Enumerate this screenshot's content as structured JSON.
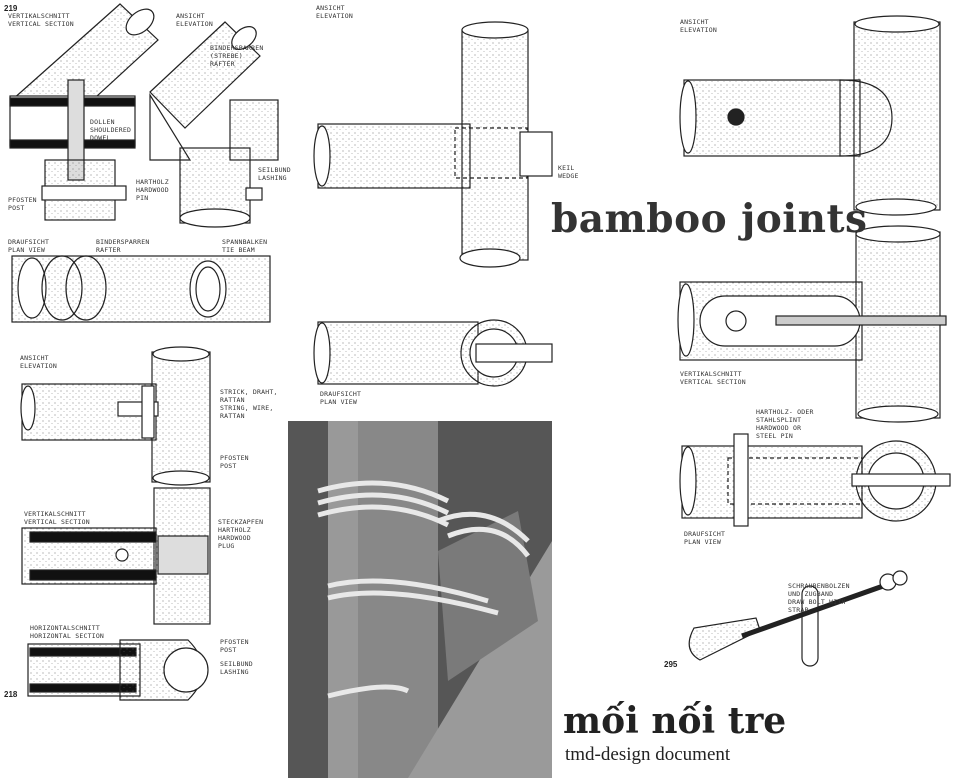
{
  "titles": {
    "english": "bamboo joints",
    "vietnamese": "mối nối tre",
    "caption": "tmd-design document"
  },
  "page_numbers": {
    "top_left": "219",
    "bottom_left": "218",
    "bottom_right": "295"
  },
  "labels": {
    "vertical_section_a": "VERTIKALSCHNITT\nVERTICAL SECTION",
    "elevation_a": "ANSICHT\nELEVATION",
    "rafter_strut": "BINDERSPARREN\n(STREBE)\nRAFTER",
    "dowel": "DOLLEN\nSHOULDERED\nDOWEL",
    "lashing": "SEILBUND\nLASHING",
    "hardwood_pin": "HARTHOLZ\nHARDWOOD\nPIN",
    "post_a": "PFOSTEN\nPOST",
    "plan_view_a": "DRAUFSICHT\nPLAN VIEW",
    "rafter": "BINDERSPARREN\nRAFTER",
    "tie_beam": "SPANNBALKEN\nTIE BEAM",
    "elevation_b": "ANSICHT\nELEVATION",
    "wedge": "KEIL\nWEDGE",
    "plan_view_b": "DRAUFSICHT\nPLAN VIEW",
    "elevation_c": "ANSICHT\nELEVATION",
    "wire_rattan": "STRICK, DRAHT,\nRATTAN\nSTRING, WIRE,\nRATTAN",
    "post_b": "PFOSTEN\nPOST",
    "vertical_section_b": "VERTIKALSCHNITT\nVERTICAL SECTION",
    "plug": "STECKZAPFEN\nHARTHOLZ\nHARDWOOD\nPLUG",
    "horizontal_section": "HORIZONTALSCHNITT\nHORIZONTAL SECTION",
    "post_c": "PFOSTEN\nPOST",
    "lashing_c": "SEILBUND\nLASHING",
    "elevation_d": "ANSICHT\nELEVATION",
    "vertical_section_c": "VERTIKALSCHNITT\nVERTICAL SECTION",
    "steel_pin": "HARTHOLZ- ODER\nSTAHLSPLINT\nHARDWOOD OR\nSTEEL PIN",
    "plan_view_c": "DRAUFSICHT\nPLAN VIEW",
    "draw_bolt": "SCHRAUBENBOLZEN\nUND ZUGBAND\nDRAW BOLT WITH\nSTRAP"
  }
}
